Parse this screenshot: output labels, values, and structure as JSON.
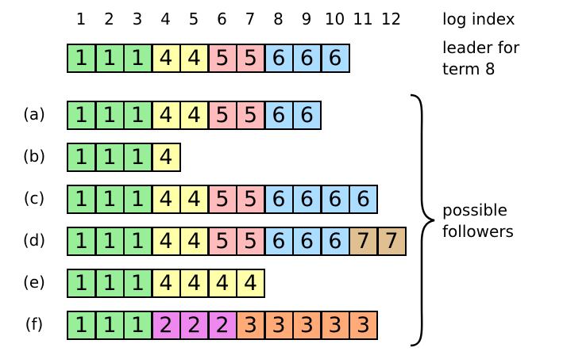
{
  "header": {
    "indices": [
      "1",
      "2",
      "3",
      "4",
      "5",
      "6",
      "7",
      "8",
      "9",
      "10",
      "11",
      "12"
    ],
    "log_index_label": "log index"
  },
  "leader": {
    "label_line1": "leader for",
    "label_line2": "term 8",
    "entries": [
      1,
      1,
      1,
      4,
      4,
      5,
      5,
      6,
      6,
      6
    ]
  },
  "followers": [
    {
      "label": "(a)",
      "entries": [
        1,
        1,
        1,
        4,
        4,
        5,
        5,
        6,
        6
      ]
    },
    {
      "label": "(b)",
      "entries": [
        1,
        1,
        1,
        4
      ]
    },
    {
      "label": "(c)",
      "entries": [
        1,
        1,
        1,
        4,
        4,
        5,
        5,
        6,
        6,
        6,
        6
      ]
    },
    {
      "label": "(d)",
      "entries": [
        1,
        1,
        1,
        4,
        4,
        5,
        5,
        6,
        6,
        6,
        7,
        7
      ]
    },
    {
      "label": "(e)",
      "entries": [
        1,
        1,
        1,
        4,
        4,
        4,
        4
      ]
    },
    {
      "label": "(f)",
      "entries": [
        1,
        1,
        1,
        2,
        2,
        2,
        3,
        3,
        3,
        3,
        3
      ]
    }
  ],
  "followers_group_label": {
    "line1": "possible",
    "line2": "followers"
  },
  "term_colors": {
    "1": "#99ee99",
    "2": "#ee88ee",
    "3": "#ffaa77",
    "4": "#ffffaa",
    "5": "#ffbbbb",
    "6": "#aaddff",
    "7": "#e0c090"
  }
}
